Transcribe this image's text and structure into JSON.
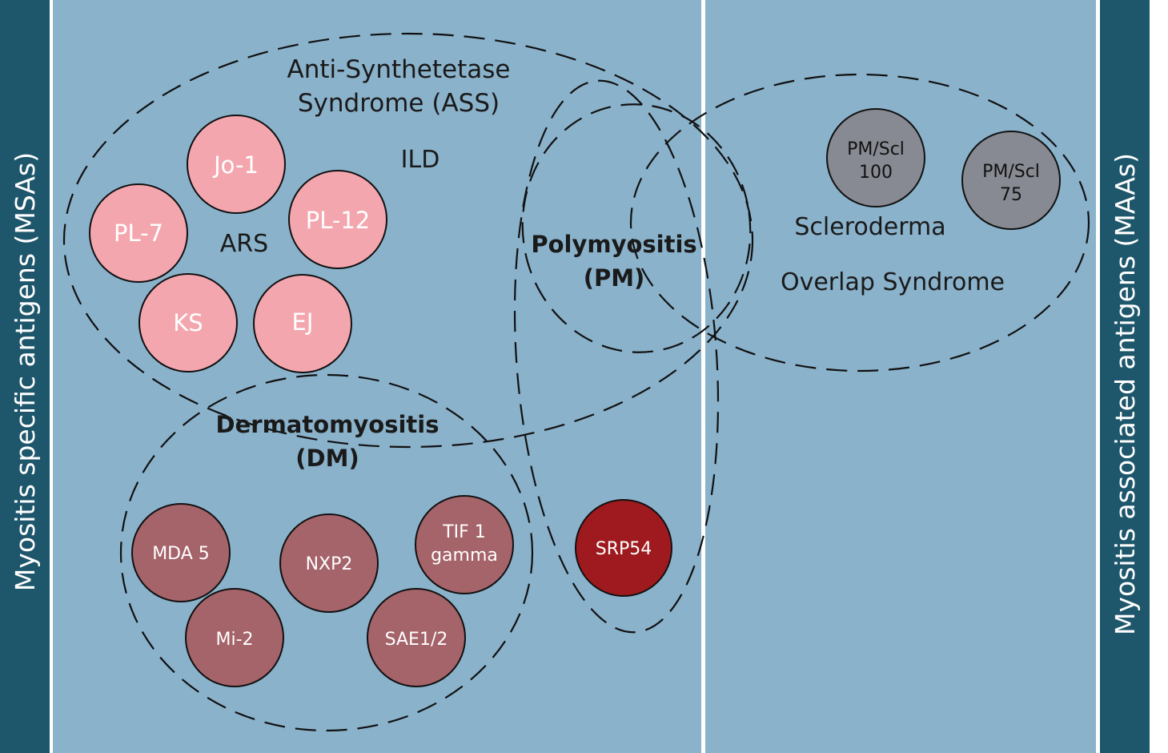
{
  "side_labels": {
    "left": "Myositis specific antigens (MSAs)",
    "right": "Myositis associated antigens (MAAs)"
  },
  "groups": {
    "ass_line1": "Anti-Synthetetase",
    "ass_line2": "Syndrome (ASS)",
    "ild": "ILD",
    "ars": "ARS",
    "pm_line1": "Polymyositis",
    "pm_line2": "(PM)",
    "dm_line1": "Dermatomyositis",
    "dm_line2": "(DM)",
    "scleroderma": "Scleroderma",
    "overlap": "Overlap Syndrome"
  },
  "antigens": {
    "jo1": "Jo-1",
    "pl7": "PL-7",
    "pl12": "PL-12",
    "ks": "KS",
    "ej": "EJ",
    "mda5": "MDA 5",
    "nxp2": "NXP2",
    "tif1_line1": "TIF 1",
    "tif1_line2": "gamma",
    "mi2": "Mi-2",
    "sae": "SAE1/2",
    "srp54": "SRP54",
    "pmscl100_line1": "PM/Scl",
    "pmscl100_line2": "100",
    "pmscl75_line1": "PM/Scl",
    "pmscl75_line2": "75"
  },
  "colors": {
    "side_bar": "#1e576c",
    "panel": "#8ab2cb",
    "divider": "#ffffff",
    "ars_antigen": "#f4a6ae",
    "dm_antigen": "#a5636a",
    "srp_antigen": "#9e1a1e",
    "maa_antigen": "#878a92"
  }
}
